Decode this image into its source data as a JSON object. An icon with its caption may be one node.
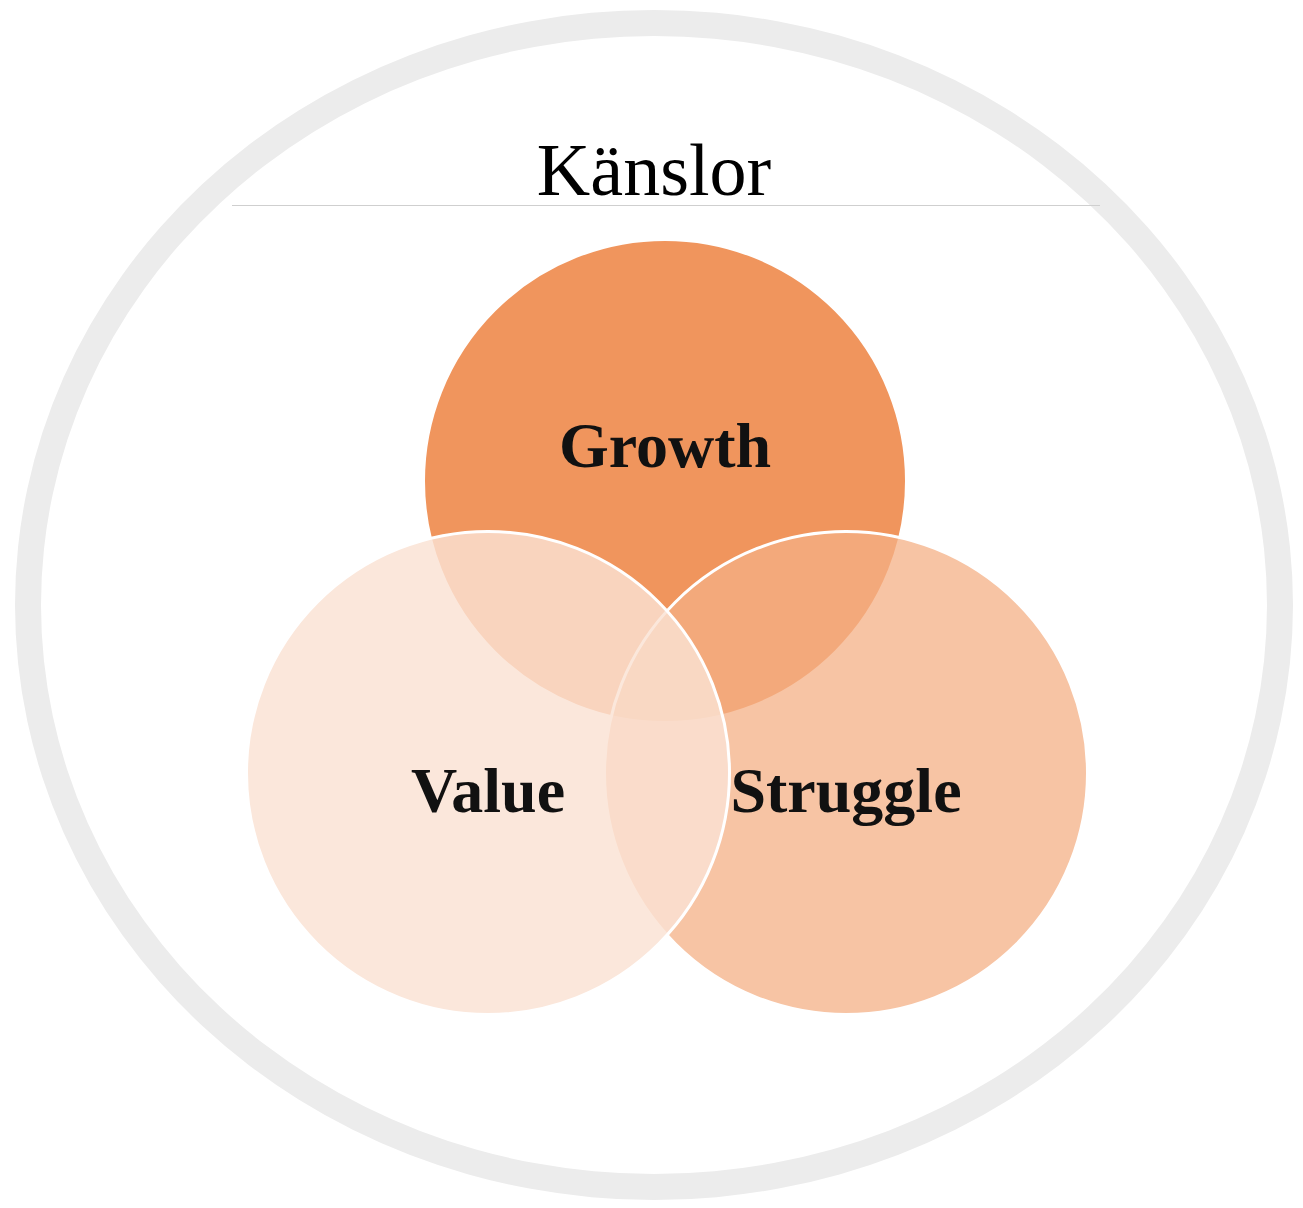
{
  "diagram": {
    "nodes": [
      {
        "text": [
          "Känslor"
        ]
      },
      {
        "text": [
          "Growth"
        ],
        "in": 0
      },
      {
        "text": [
          "Value"
        ],
        "in": 0
      },
      {
        "text": [
          "Struggle"
        ],
        "in": 0
      }
    ],
    "edges": []
  }
}
